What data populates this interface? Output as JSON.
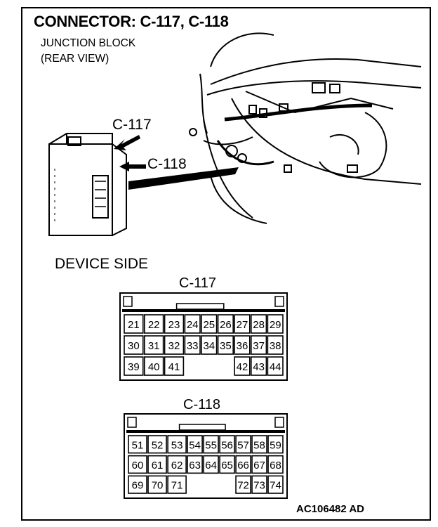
{
  "title": "CONNECTOR: C-117, C-118",
  "subtitle_line1": "JUNCTION BLOCK",
  "subtitle_line2": "(REAR VIEW)",
  "callout_c117": "C-117",
  "callout_c118": "C-118",
  "device_side": "DEVICE SIDE",
  "connectors": [
    {
      "name": "C-117",
      "rows": [
        [
          "21",
          "22",
          "23",
          "24",
          "25",
          "26",
          "27",
          "28",
          "29"
        ],
        [
          "30",
          "31",
          "32",
          "33",
          "34",
          "35",
          "36",
          "37",
          "38"
        ],
        [
          "39",
          "40",
          "41",
          "",
          "",
          "",
          "42",
          "43",
          "44"
        ]
      ]
    },
    {
      "name": "C-118",
      "rows": [
        [
          "51",
          "52",
          "53",
          "54",
          "55",
          "56",
          "57",
          "58",
          "59"
        ],
        [
          "60",
          "61",
          "62",
          "63",
          "64",
          "65",
          "66",
          "67",
          "68"
        ],
        [
          "69",
          "70",
          "71",
          "",
          "",
          "",
          "72",
          "73",
          "74"
        ]
      ]
    }
  ],
  "figure_code": "AC106482 AD"
}
